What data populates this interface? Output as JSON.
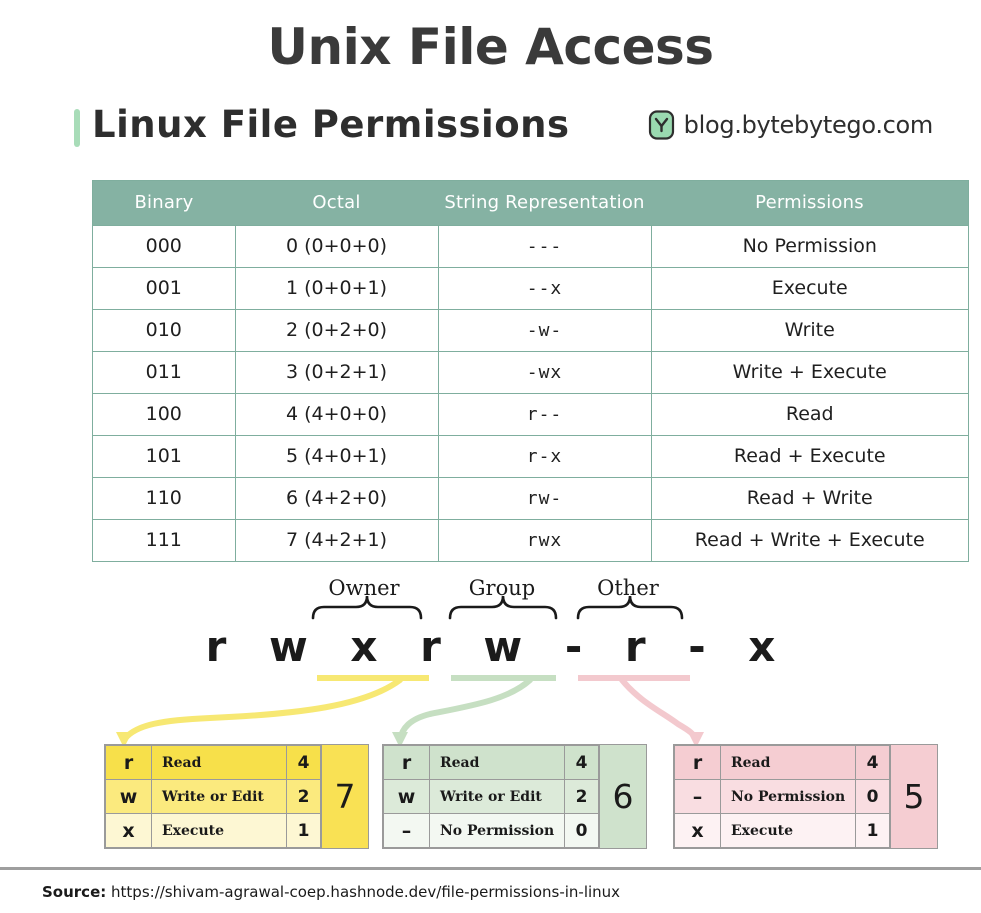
{
  "header": {
    "title": "Unix File Access",
    "subtitle": "Linux File Permissions",
    "brand": "blog.bytebytego.com",
    "brand_icon": "bytebytego-logo-icon",
    "accent_color": "#a8dcb8"
  },
  "table": {
    "header_bg": "#85b2a3",
    "columns": [
      "Binary",
      "Octal",
      "String Representation",
      "Permissions"
    ],
    "rows": [
      {
        "binary": "000",
        "octal": "0 (0+0+0)",
        "string": "---",
        "permissions": "No Permission"
      },
      {
        "binary": "001",
        "octal": "1 (0+0+1)",
        "string": "--x",
        "permissions": "Execute"
      },
      {
        "binary": "010",
        "octal": "2 (0+2+0)",
        "string": "-w-",
        "permissions": "Write"
      },
      {
        "binary": "011",
        "octal": "3 (0+2+1)",
        "string": "-wx",
        "permissions": "Write + Execute"
      },
      {
        "binary": "100",
        "octal": "4 (4+0+0)",
        "string": "r--",
        "permissions": "Read"
      },
      {
        "binary": "101",
        "octal": "5 (4+0+1)",
        "string": "r-x",
        "permissions": "Read + Execute"
      },
      {
        "binary": "110",
        "octal": "6 (4+2+0)",
        "string": "rw-",
        "permissions": "Read + Write"
      },
      {
        "binary": "111",
        "octal": "7 (4+2+1)",
        "string": "rwx",
        "permissions": "Read + Write + Execute"
      }
    ]
  },
  "diagram": {
    "groups": [
      {
        "label": "Owner",
        "bits": "rwx",
        "underline_color": "#f7e873"
      },
      {
        "label": "Group",
        "bits": "rw-",
        "underline_color": "#c6dfc2"
      },
      {
        "label": "Other",
        "bits": "r-x",
        "underline_color": "#f3c9ce"
      }
    ],
    "permission_string": "r w x r w - r - x"
  },
  "boxes": [
    {
      "name": "owner",
      "total": "7",
      "accent": "#f7e04a",
      "rows": [
        {
          "symbol": "r",
          "desc": "Read",
          "value": "4"
        },
        {
          "symbol": "w",
          "desc": "Write or Edit",
          "value": "2"
        },
        {
          "symbol": "x",
          "desc": "Execute",
          "value": "1"
        }
      ]
    },
    {
      "name": "group",
      "total": "6",
      "accent": "#cfe2cc",
      "rows": [
        {
          "symbol": "r",
          "desc": "Read",
          "value": "4"
        },
        {
          "symbol": "w",
          "desc": "Write or Edit",
          "value": "2"
        },
        {
          "symbol": "–",
          "desc": "No Permission",
          "value": "0"
        }
      ]
    },
    {
      "name": "other",
      "total": "5",
      "accent": "#f5cdd2",
      "rows": [
        {
          "symbol": "r",
          "desc": "Read",
          "value": "4"
        },
        {
          "symbol": "–",
          "desc": "No Permission",
          "value": "0"
        },
        {
          "symbol": "x",
          "desc": "Execute",
          "value": "1"
        }
      ]
    }
  ],
  "footer": {
    "label": "Source:",
    "url": "https://shivam-agrawal-coep.hashnode.dev/file-permissions-in-linux"
  }
}
